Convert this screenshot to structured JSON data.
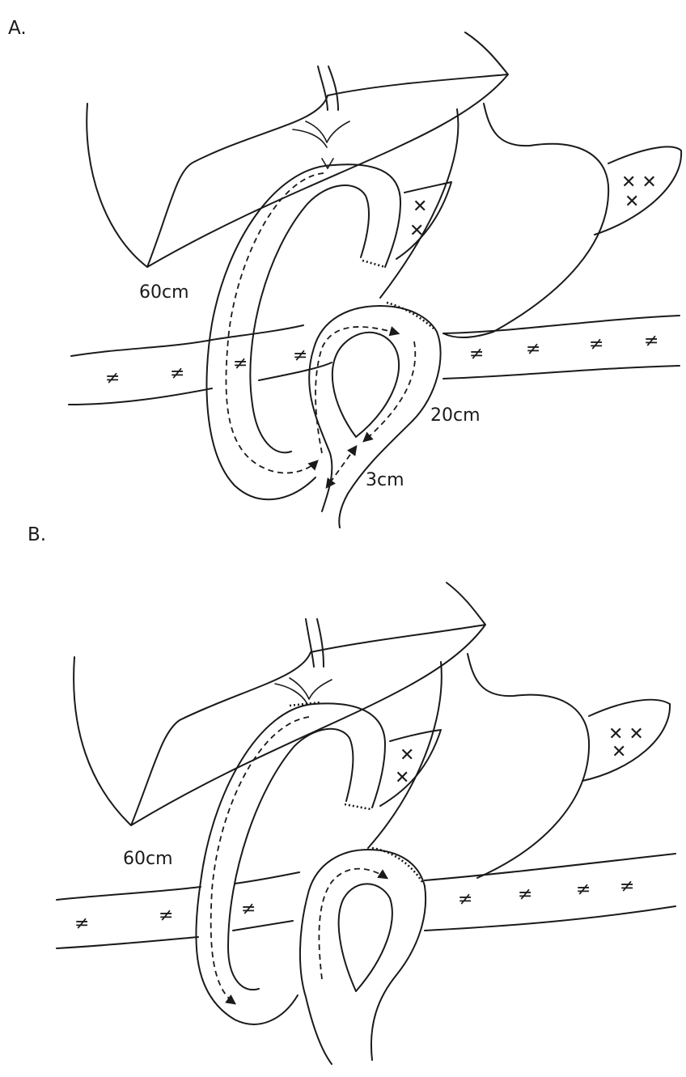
{
  "panels": [
    {
      "label": "A.",
      "measurements": {
        "upper_limb": "60cm",
        "middle_limb": "20cm",
        "lower_gap": "3cm"
      }
    },
    {
      "label": "B.",
      "measurements": {
        "upper_limb": "60cm"
      }
    }
  ],
  "colors": {
    "ink": "#1a1a1a",
    "background": "#ffffff"
  }
}
